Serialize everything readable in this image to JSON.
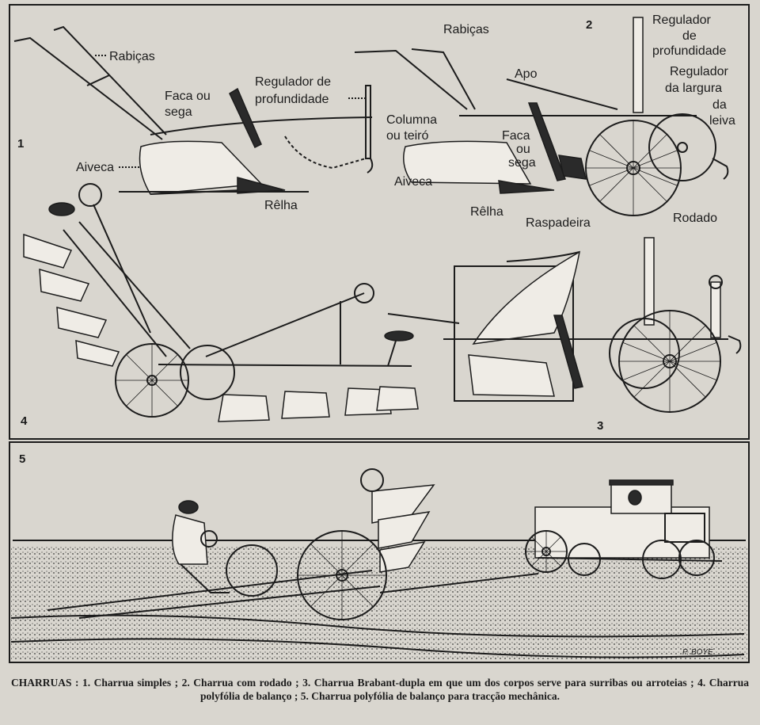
{
  "figures": {
    "fig1": {
      "number": "1",
      "labels": {
        "rabicas": "Rabiças",
        "faca_line1": "Faca ou",
        "faca_line2": "sega",
        "regulador_line1": "Regulador de",
        "regulador_line2": "profundidade",
        "aiveca": "Aiveca",
        "relha": "Rêlha"
      }
    },
    "fig2": {
      "number": "2",
      "labels": {
        "rabicas": "Rabiças",
        "apo": "Apo",
        "columna_line1": "Columna",
        "columna_line2": "ou teiró",
        "faca_line1": "Faca",
        "faca_line2": "ou",
        "faca_line3": "sega",
        "aiveca": "Aiveca",
        "relha": "Rêlha",
        "raspadeira": "Raspadeira",
        "rodado": "Rodado",
        "reg_prof_line1": "Regulador",
        "reg_prof_line2": "de",
        "reg_prof_line3": "profundidade",
        "reg_larg_line1": "Regulador",
        "reg_larg_line2": "da largura",
        "reg_larg_line3": "da",
        "reg_larg_line4": "leiva"
      }
    },
    "fig3": {
      "number": "3"
    },
    "fig4": {
      "number": "4"
    },
    "fig5": {
      "number": "5"
    }
  },
  "signature": "P. BOYE",
  "caption": "CHARRUAS : 1. Charrua simples ; 2. Charrua com rodado ; 3. Charrua Brabant-dupla em que um dos corpos serve para surribas ou arroteias ; 4. Charrua polyfólia de balanço ; 5. Charrua polyfólia de balanço para tracção mechânica."
}
